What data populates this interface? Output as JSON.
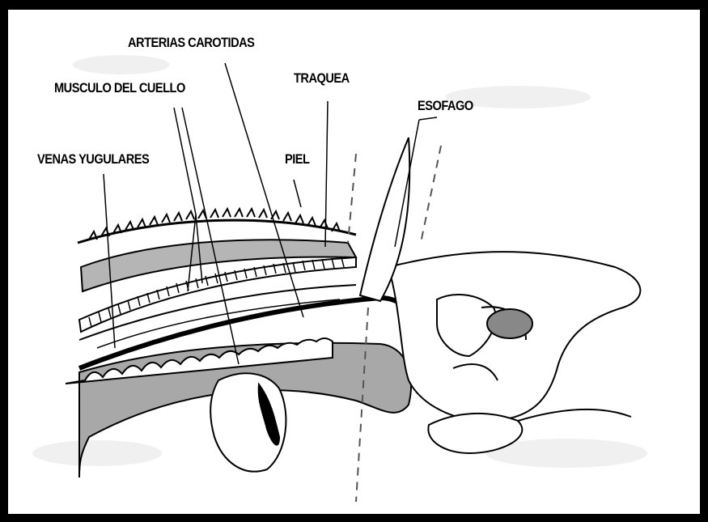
{
  "diagram": {
    "labels": {
      "carotid": "ARTERIAS CAROTIDAS",
      "neck_muscle": "MUSCULO DEL CUELLO",
      "trachea": "TRAQUEA",
      "esophagus": "ESOFAGO",
      "jugular": "VENAS YUGULARES",
      "skin": "PIEL"
    },
    "colors": {
      "frame": "#000000",
      "background": "#ffffff",
      "tissue_fill": "#a8a8a8",
      "line": "#000000"
    }
  }
}
